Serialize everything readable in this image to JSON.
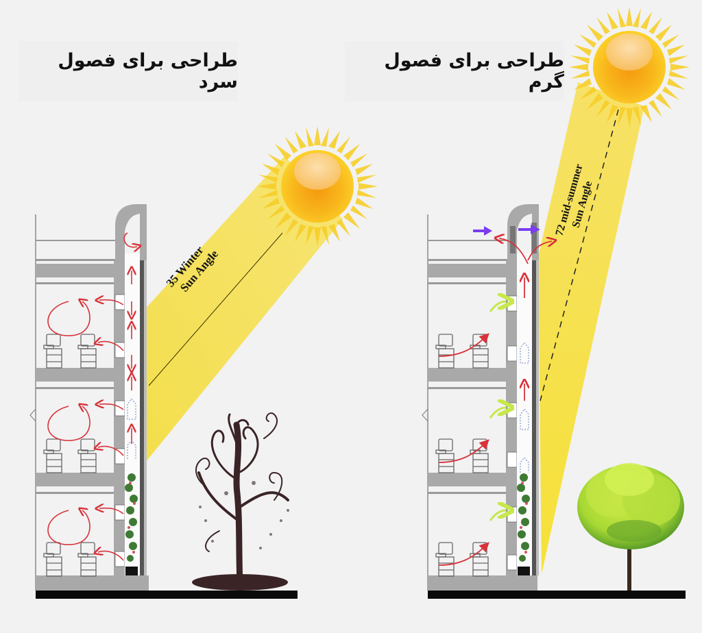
{
  "panels": {
    "cold": {
      "title": "طراحی برای فصول سرد",
      "sun_angle_label_line1": "35  Winter",
      "sun_angle_label_line2": "Sun  Angle",
      "sun_angle_degrees": 35,
      "tree": "bare-winter-tree"
    },
    "warm": {
      "title": "طراحی برای فصول گرم",
      "sun_angle_label_line1": "72 mid-summer",
      "sun_angle_label_line2": "Sun Angle",
      "sun_angle_degrees": 72,
      "tree": "green-summer-tree"
    }
  },
  "colors": {
    "background": "#f2f2f2",
    "sun_beam": "#f5df3a",
    "sun_core": "#f7b51a",
    "wall_gray": "#a9a9a9",
    "air_arrow_red": "#d8323a",
    "fresh_air_purple": "#7a3df0",
    "fresh_air_green": "#c6e84a",
    "ground": "#0a0a0a"
  }
}
